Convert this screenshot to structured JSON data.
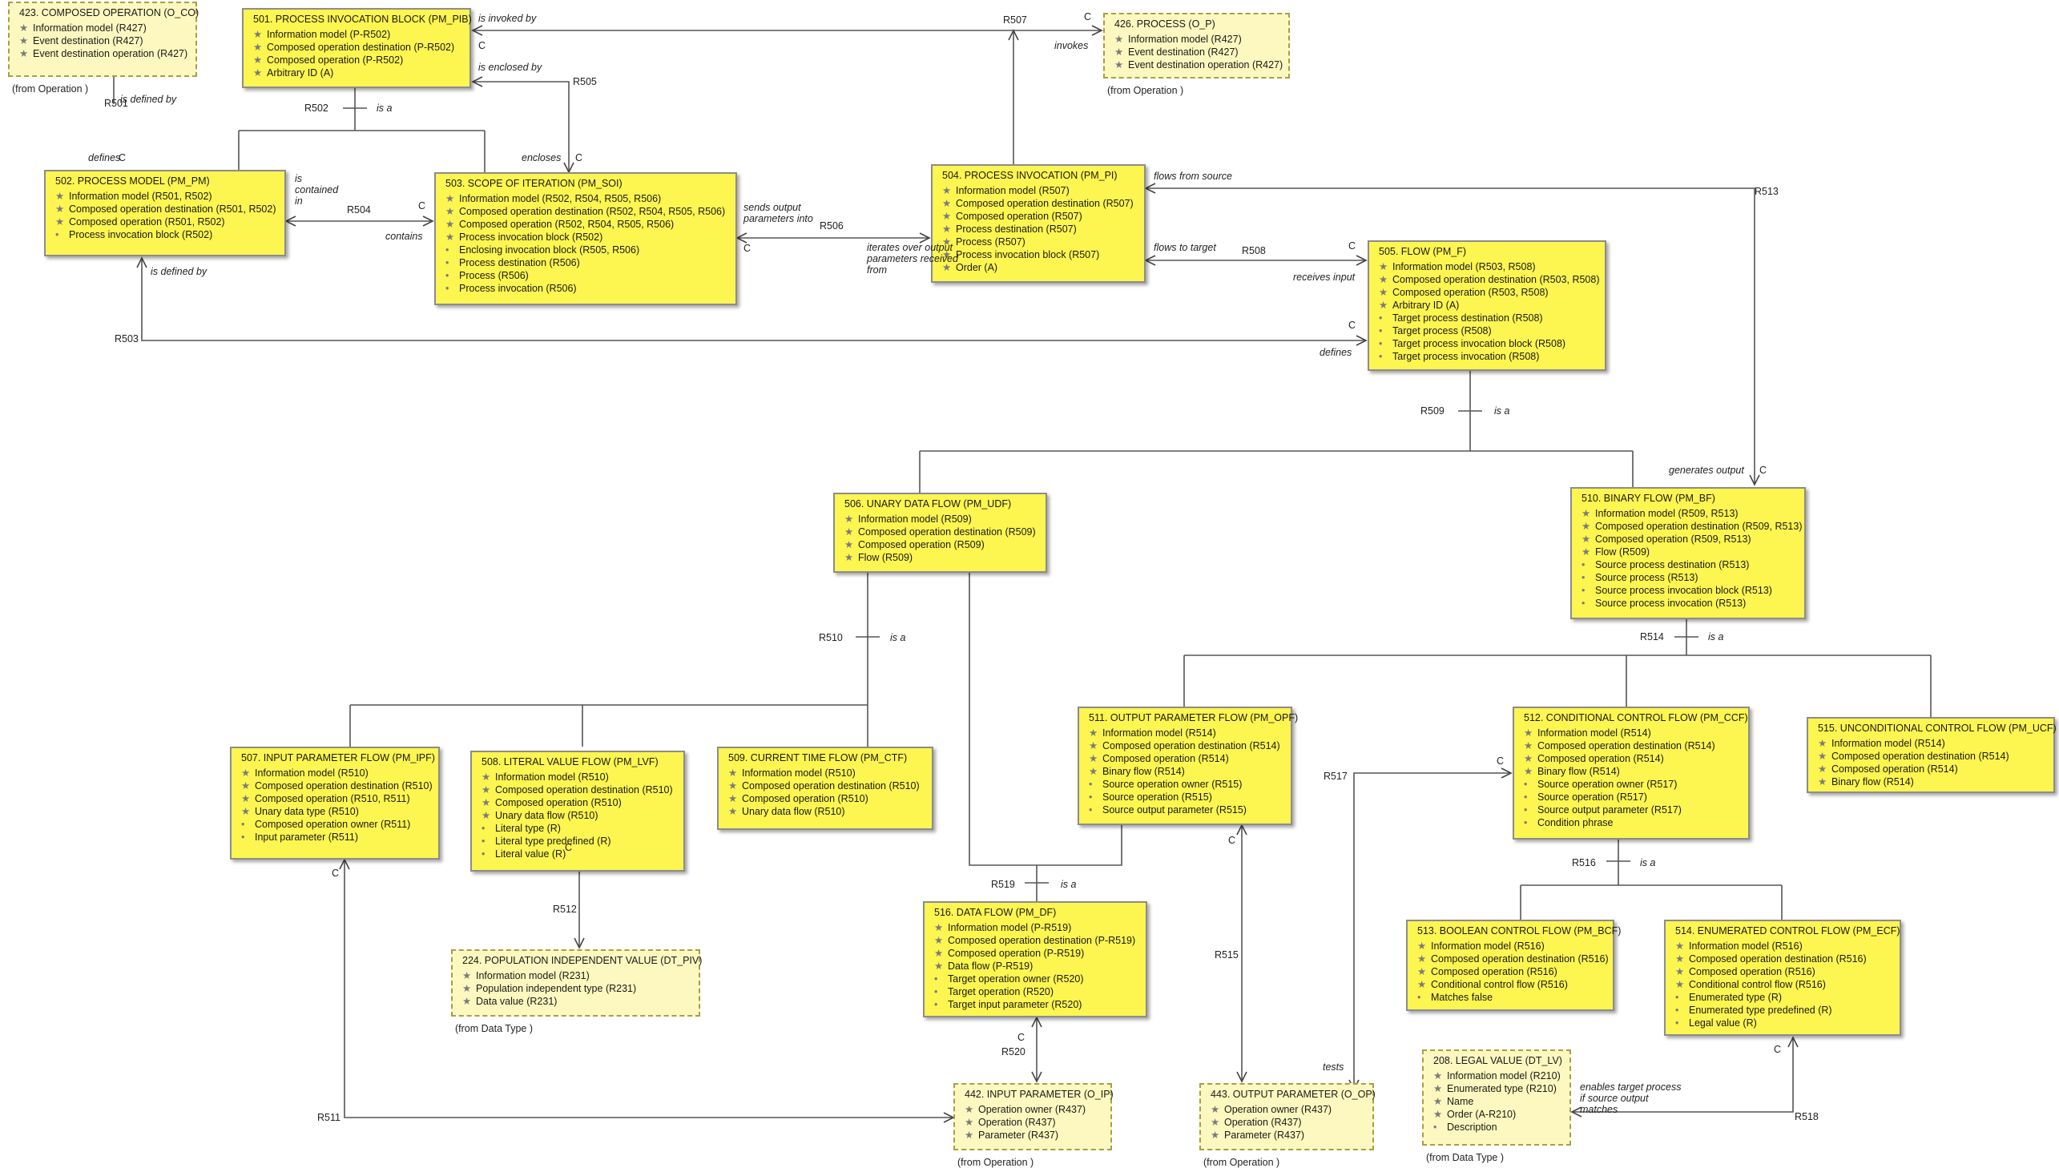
{
  "classes": [
    {
      "title": "423. COMPOSED OPERATION  (O_CO)",
      "attrs": [
        [
          "★",
          "Information model  (R427)"
        ],
        [
          "★",
          "Event destination  (R427)"
        ],
        [
          "★",
          "Event destination operation  (R427)"
        ]
      ],
      "note": "(from Operation )"
    },
    {
      "title": "501. PROCESS INVOCATION BLOCK  (PM_PIB)",
      "attrs": [
        [
          "★",
          "Information model  (P-R502)"
        ],
        [
          "★",
          "Composed operation destination  (P-R502)"
        ],
        [
          "★",
          "Composed operation  (P-R502)"
        ],
        [
          "★",
          "Arbitrary ID  (A)"
        ]
      ]
    },
    {
      "title": "426. PROCESS  (O_P)",
      "attrs": [
        [
          "★",
          "Information model  (R427)"
        ],
        [
          "★",
          "Event destination  (R427)"
        ],
        [
          "★",
          "Event destination operation  (R427)"
        ]
      ],
      "note": "(from Operation )"
    },
    {
      "title": "502. PROCESS MODEL  (PM_PM)",
      "attrs": [
        [
          "★",
          "Information model  (R501, R502)"
        ],
        [
          "★",
          "Composed operation destination  (R501, R502)"
        ],
        [
          "★",
          "Composed operation  (R501, R502)"
        ],
        [
          "•",
          "Process invocation block  (R502)"
        ]
      ]
    },
    {
      "title": "503. SCOPE OF ITERATION  (PM_SOI)",
      "attrs": [
        [
          "★",
          "Information model  (R502, R504, R505, R506)"
        ],
        [
          "★",
          "Composed operation destination  (R502, R504, R505, R506)"
        ],
        [
          "★",
          "Composed operation  (R502, R504, R505, R506)"
        ],
        [
          "★",
          "Process invocation block  (R502)"
        ],
        [
          "•",
          "Enclosing invocation block  (R505, R506)"
        ],
        [
          "•",
          "Process destination  (R506)"
        ],
        [
          "•",
          "Process  (R506)"
        ],
        [
          "•",
          "Process invocation  (R506)"
        ]
      ]
    },
    {
      "title": "504. PROCESS INVOCATION  (PM_PI)",
      "attrs": [
        [
          "★",
          "Information model  (R507)"
        ],
        [
          "★",
          "Composed operation destination  (R507)"
        ],
        [
          "★",
          "Composed operation  (R507)"
        ],
        [
          "★",
          "Process destination  (R507)"
        ],
        [
          "★",
          "Process  (R507)"
        ],
        [
          "★",
          "Process invocation block  (R507)"
        ],
        [
          "★",
          "Order  (A)"
        ]
      ]
    },
    {
      "title": "505. FLOW  (PM_F)",
      "attrs": [
        [
          "★",
          "Information model  (R503, R508)"
        ],
        [
          "★",
          "Composed operation destination  (R503, R508)"
        ],
        [
          "★",
          "Composed operation  (R503, R508)"
        ],
        [
          "★",
          "Arbitrary ID  (A)"
        ],
        [
          "•",
          "Target process destination  (R508)"
        ],
        [
          "•",
          "Target process  (R508)"
        ],
        [
          "•",
          "Target process invocation block  (R508)"
        ],
        [
          "•",
          "Target process invocation  (R508)"
        ]
      ]
    },
    {
      "title": "506. UNARY DATA FLOW  (PM_UDF)",
      "attrs": [
        [
          "★",
          "Information model  (R509)"
        ],
        [
          "★",
          "Composed operation destination  (R509)"
        ],
        [
          "★",
          "Composed operation  (R509)"
        ],
        [
          "★",
          "Flow  (R509)"
        ]
      ]
    },
    {
      "title": "510. BINARY FLOW  (PM_BF)",
      "attrs": [
        [
          "★",
          "Information model  (R509, R513)"
        ],
        [
          "★",
          "Composed operation destination  (R509, R513)"
        ],
        [
          "★",
          "Composed operation  (R509, R513)"
        ],
        [
          "★",
          "Flow  (R509)"
        ],
        [
          "•",
          "Source process destination  (R513)"
        ],
        [
          "•",
          "Source process  (R513)"
        ],
        [
          "•",
          "Source process invocation block  (R513)"
        ],
        [
          "•",
          "Source process invocation  (R513)"
        ]
      ]
    },
    {
      "title": "507. INPUT PARAMETER FLOW  (PM_IPF)",
      "attrs": [
        [
          "★",
          "Information model  (R510)"
        ],
        [
          "★",
          "Composed operation destination  (R510)"
        ],
        [
          "★",
          "Composed operation  (R510, R511)"
        ],
        [
          "★",
          "Unary data type  (R510)"
        ],
        [
          "•",
          "Composed operation owner  (R511)"
        ],
        [
          "•",
          "Input parameter  (R511)"
        ]
      ]
    },
    {
      "title": "508. LITERAL VALUE FLOW  (PM_LVF)",
      "attrs": [
        [
          "★",
          "Information model  (R510)"
        ],
        [
          "★",
          "Composed operation destination  (R510)"
        ],
        [
          "★",
          "Composed operation  (R510)"
        ],
        [
          "★",
          "Unary data flow  (R510)"
        ],
        [
          "•",
          "Literal type  (R)"
        ],
        [
          "•",
          "Literal type predefined  (R)"
        ],
        [
          "•",
          "Literal value  (R)"
        ]
      ]
    },
    {
      "title": "509. CURRENT TIME FLOW  (PM_CTF)",
      "attrs": [
        [
          "★",
          "Information model  (R510)"
        ],
        [
          "★",
          "Composed operation destination  (R510)"
        ],
        [
          "★",
          "Composed operation  (R510)"
        ],
        [
          "★",
          "Unary data flow  (R510)"
        ]
      ]
    },
    {
      "title": "511. OUTPUT PARAMETER FLOW  (PM_OPF)",
      "attrs": [
        [
          "★",
          "Information model  (R514)"
        ],
        [
          "★",
          "Composed operation destination  (R514)"
        ],
        [
          "★",
          "Composed operation  (R514)"
        ],
        [
          "★",
          "Binary flow  (R514)"
        ],
        [
          "•",
          "Source operation owner  (R515)"
        ],
        [
          "•",
          "Source operation  (R515)"
        ],
        [
          "•",
          "Source output parameter  (R515)"
        ]
      ]
    },
    {
      "title": "512. CONDITIONAL CONTROL FLOW  (PM_CCF)",
      "attrs": [
        [
          "★",
          "Information model  (R514)"
        ],
        [
          "★",
          "Composed operation destination  (R514)"
        ],
        [
          "★",
          "Composed operation  (R514)"
        ],
        [
          "★",
          "Binary flow  (R514)"
        ],
        [
          "•",
          "Source operation owner  (R517)"
        ],
        [
          "•",
          "Source operation  (R517)"
        ],
        [
          "•",
          "Source output parameter  (R517)"
        ],
        [
          "•",
          "Condition phrase"
        ]
      ]
    },
    {
      "title": "515. UNCONDITIONAL CONTROL FLOW  (PM_UCF)",
      "attrs": [
        [
          "★",
          "Information model  (R514)"
        ],
        [
          "★",
          "Composed operation destination  (R514)"
        ],
        [
          "★",
          "Composed operation  (R514)"
        ],
        [
          "★",
          "Binary flow  (R514)"
        ]
      ]
    },
    {
      "title": "224. POPULATION INDEPENDENT VALUE  (DT_PIV)",
      "attrs": [
        [
          "★",
          "Information model  (R231)"
        ],
        [
          "★",
          "Population independent type  (R231)"
        ],
        [
          "★",
          "Data value  (R231)"
        ]
      ],
      "note": "(from Data Type )"
    },
    {
      "title": "516. DATA FLOW  (PM_DF)",
      "attrs": [
        [
          "★",
          "Information model  (P-R519)"
        ],
        [
          "★",
          "Composed operation destination  (P-R519)"
        ],
        [
          "★",
          "Composed operation  (P-R519)"
        ],
        [
          "★",
          "Data flow  (P-R519)"
        ],
        [
          "•",
          "Target operation owner  (R520)"
        ],
        [
          "•",
          "Target operation  (R520)"
        ],
        [
          "•",
          "Target input parameter  (R520)"
        ]
      ]
    },
    {
      "title": "513. BOOLEAN CONTROL FLOW  (PM_BCF)",
      "attrs": [
        [
          "★",
          "Information model  (R516)"
        ],
        [
          "★",
          "Composed operation destination  (R516)"
        ],
        [
          "★",
          "Composed operation  (R516)"
        ],
        [
          "★",
          "Conditional control flow  (R516)"
        ],
        [
          "•",
          "Matches false"
        ]
      ]
    },
    {
      "title": "514. ENUMERATED CONTROL FLOW  (PM_ECF)",
      "attrs": [
        [
          "★",
          "Information model  (R516)"
        ],
        [
          "★",
          "Composed operation destination  (R516)"
        ],
        [
          "★",
          "Composed operation  (R516)"
        ],
        [
          "★",
          "Conditional control flow  (R516)"
        ],
        [
          "•",
          "Enumerated type  (R)"
        ],
        [
          "•",
          "Enumerated type predefined  (R)"
        ],
        [
          "•",
          "Legal value  (R)"
        ]
      ]
    },
    {
      "title": "208. LEGAL VALUE  (DT_LV)",
      "attrs": [
        [
          "★",
          "Information model  (R210)"
        ],
        [
          "★",
          "Enumerated type  (R210)"
        ],
        [
          "★",
          "Name"
        ],
        [
          "★",
          "Order  (A-R210)"
        ],
        [
          "•",
          "Description"
        ]
      ],
      "note": "(from Data Type )"
    },
    {
      "title": "442. INPUT PARAMETER  (O_IP)",
      "attrs": [
        [
          "★",
          "Operation owner  (R437)"
        ],
        [
          "★",
          "Operation  (R437)"
        ],
        [
          "★",
          "Parameter  (R437)"
        ]
      ],
      "note": "(from Operation )"
    },
    {
      "title": "443. OUTPUT PARAMETER  (O_OP)",
      "attrs": [
        [
          "★",
          "Operation owner  (R437)"
        ],
        [
          "★",
          "Operation  (R437)"
        ],
        [
          "★",
          "Parameter  (R437)"
        ]
      ],
      "note": "(from Operation )"
    }
  ],
  "labels": [
    "R501",
    "defines",
    "is defined by",
    "C",
    "is invoked by",
    "C",
    "R507",
    "C",
    "invokes",
    "is enclosed by",
    "R505",
    "encloses",
    "C",
    "R502",
    "is a",
    "is contained in",
    "R504",
    "C",
    "contains",
    "sends output parameters into",
    "C",
    "R506",
    "iterates over output parameters received from",
    "flows from source",
    "R513",
    "flows to target",
    "R508",
    "C",
    "receives input",
    "is defined by",
    "R503",
    "C",
    "defines",
    "R509",
    "is a",
    "generates output",
    "C",
    "R510",
    "is a",
    "R514",
    "is a",
    "R517",
    "C",
    "C",
    "R512",
    "R519",
    "is a",
    "C",
    "R515",
    "R516",
    "is a",
    "C",
    "R520",
    "R511",
    "C",
    "tests",
    "enables target process if source output matches",
    "C",
    "R518"
  ]
}
